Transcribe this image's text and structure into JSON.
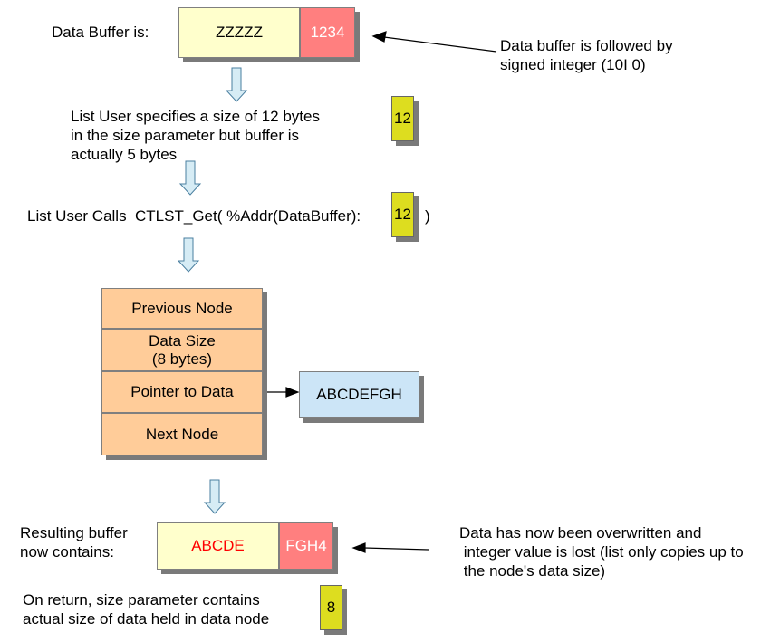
{
  "labels": {
    "data_buffer_is": "Data Buffer is:",
    "buffer_followed_note": "Data buffer is followed by\nsigned integer (10I 0)",
    "size_spec_note": "List User specifies a size of 12 bytes\nin the size parameter but buffer is\nactually 5 bytes",
    "calls_prefix": "List User Calls  CTLST_Get( %Addr(DataBuffer):",
    "calls_suffix": ")",
    "resulting_buffer": "Resulting buffer\nnow contains:",
    "overwritten_note": "Data has now been overwritten and\n integer value is lost (list only copies up to\n the node's data size)",
    "return_note": "On return, size parameter contains\nactual size of data held in data node"
  },
  "buffer_initial": {
    "data": "ZZZZZ",
    "integer": "1234"
  },
  "size_param": {
    "first": "12",
    "call": "12",
    "returned": "8"
  },
  "node": {
    "previous": "Previous Node",
    "data_size": "Data Size\n(8 bytes)",
    "pointer": "Pointer to Data",
    "next": "Next Node"
  },
  "node_data": "ABCDEFGH",
  "buffer_result": {
    "data": "ABCDE",
    "integer": "FGH4"
  },
  "colors": {
    "buffer_fill": "#ffffcc",
    "integer_fill": "#ff7f7f",
    "size_fill": "#dddd1f",
    "node_fill": "#ffcc99",
    "data_node_fill": "#cce5f7",
    "down_arrow_fill": "#d6ecf5",
    "result_text": "#ff0000"
  }
}
